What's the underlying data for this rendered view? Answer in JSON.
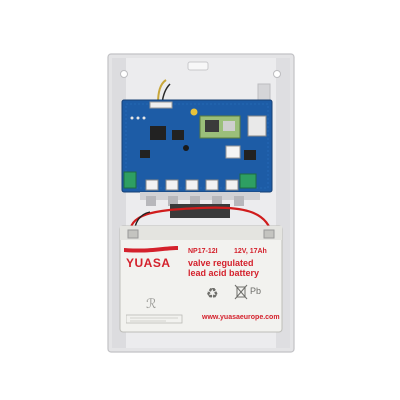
{
  "colors": {
    "background": "#ffffff",
    "enclosure": "#e9e9ea",
    "enclosure_edge": "#c9c9cb",
    "pcb": "#1f5fa8",
    "battery_body": "#f1f1ee",
    "battery_lid": "#e6e6e2",
    "yuasa_red": "#d4212c",
    "wire_red": "#d01c1c",
    "terminal_green": "#2e9f62"
  },
  "battery": {
    "brand": "YUASA",
    "model": "NP17-12I",
    "rating": "12V, 17Ah",
    "description_line1": "valve regulated",
    "description_line2": "lead acid battery",
    "website": "www.yuasaeurope.com",
    "recycle_mark": "Pb"
  },
  "icons": [
    "ul-recognized-mark",
    "recycling-icon",
    "crossed-bin-icon",
    "warning-icons"
  ]
}
